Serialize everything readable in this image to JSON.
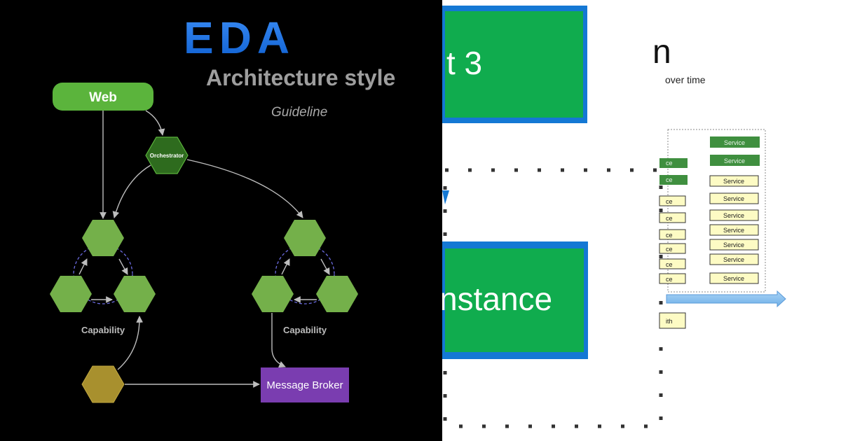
{
  "left_panel": {
    "title": "EDA",
    "subtitle": "Architecture style",
    "guideline": "Guideline",
    "web_label": "Web",
    "orchestrator_label": "Orchestrator",
    "capability_left_label": "Capability",
    "capability_right_label": "Capability",
    "message_broker_label": "Message Broker",
    "colors": {
      "eda_blue": "#1a6fe0",
      "web_green": "#5bb43c",
      "orchestrator_green": "#2e6b1e",
      "hex_green": "#74b04a",
      "hex_gold": "#a8902e",
      "broker_purple": "#7a3db0"
    }
  },
  "right_panel": {
    "fragment_text_1": "t 3",
    "fragment_text_2": "n",
    "fragment_text_3": "over time",
    "fragment_text_4": "nstance",
    "service_label": "Service",
    "fragment_ce": "ce",
    "fragment_ith": "ith",
    "colors": {
      "box_green": "#10ac4e",
      "box_border_blue": "#1478d4",
      "service_dark": "#3f8f3f",
      "service_light": "#fdfbc4",
      "arrow_blue": "#8ec3ef"
    }
  }
}
